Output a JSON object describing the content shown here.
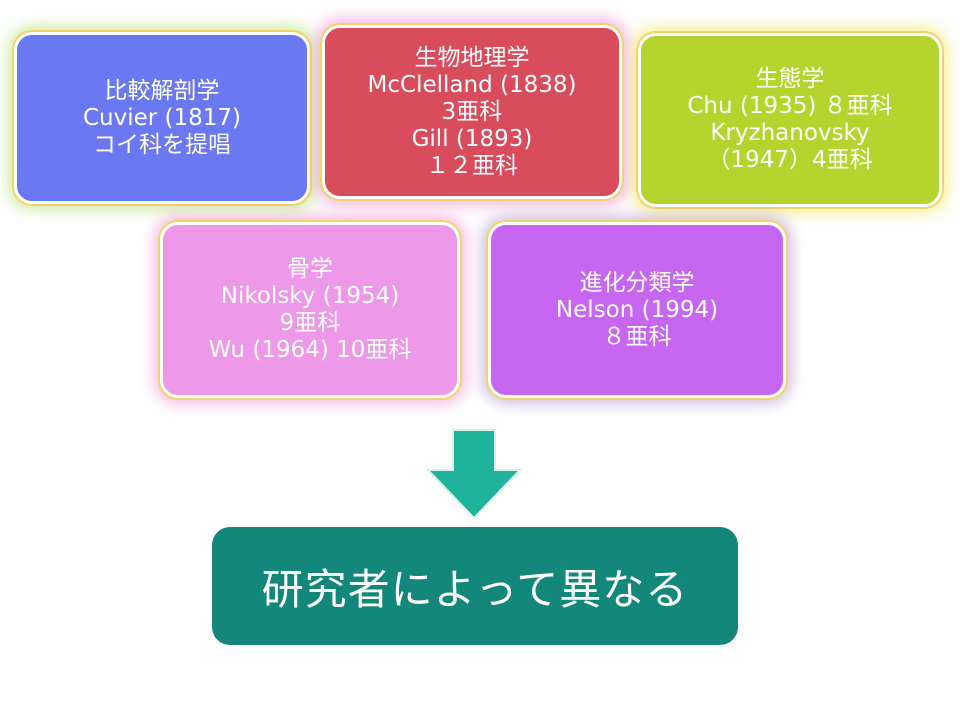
{
  "cards": [
    {
      "color": "#6a78f2",
      "lines": [
        "比較解剖学",
        "Cuvier (1817)",
        "コイ科を提唱"
      ]
    },
    {
      "color": "#d94c5c",
      "lines": [
        "生物地理学",
        "McClelland (1838)",
        "3亜科",
        "Gill (1893)",
        "１２亜科"
      ]
    },
    {
      "color": "#b6d32e",
      "lines": [
        "生態学",
        "Chu (1935) ８亜科",
        "Kryzhanovsky",
        "（1947）4亜科"
      ]
    },
    {
      "color": "#ee98e9",
      "lines": [
        "骨学",
        "Nikolsky (1954)",
        "9亜科",
        "Wu (1964) 10亜科"
      ]
    },
    {
      "color": "#c766f0",
      "lines": [
        "進化分類学",
        "Nelson (1994)",
        "８亜科"
      ]
    }
  ],
  "arrow": {
    "icon": "down-arrow-icon",
    "color": "#1fb39b"
  },
  "conclusion": {
    "text": "研究者によって異なる",
    "color": "#12877a"
  }
}
